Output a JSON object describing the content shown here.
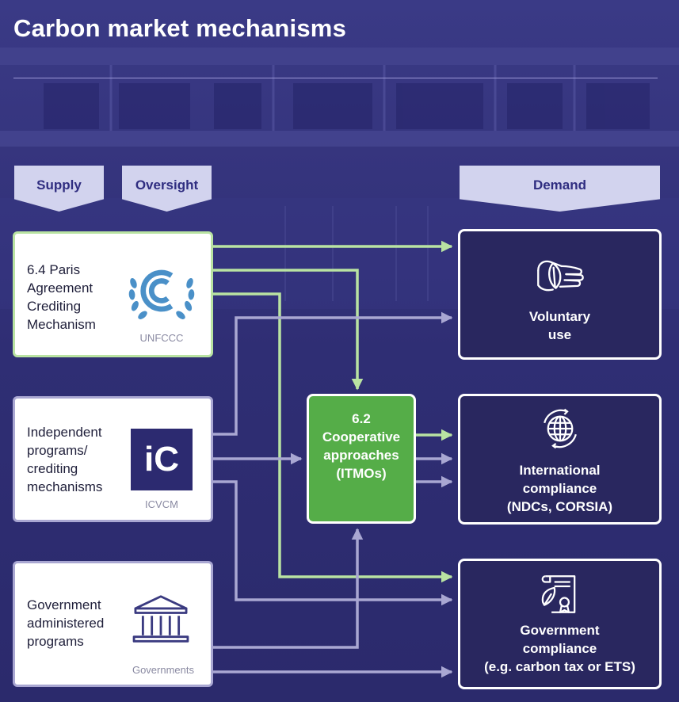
{
  "title": "Carbon market mechanisms",
  "headers": {
    "supply": "Supply",
    "oversight": "Oversight",
    "demand": "Demand"
  },
  "supply": [
    {
      "label": "6.4 Paris\nAgreement\nCrediting\nMechanism",
      "org": "UNFCCC",
      "icon": "unfccc-logo"
    },
    {
      "label": "Independent\nprograms/\ncrediting\nmechanisms",
      "org": "ICVCM",
      "icon": "icvcm-logo",
      "logo_text": "iC"
    },
    {
      "label": "Government\nadministered\nprograms",
      "org": "Governments",
      "icon": "government-building-icon"
    }
  ],
  "center": {
    "label": "6.2\nCooperative\napproaches\n(ITMOs)"
  },
  "demand": [
    {
      "label": "Voluntary\nuse",
      "icon": "hand-leaf-icon"
    },
    {
      "label": "International\ncompliance\n(NDCs, CORSIA)",
      "icon": "globe-icon"
    },
    {
      "label": "Government\ncompliance\n(e.g. carbon tax or ETS)",
      "icon": "certificate-leaf-icon"
    }
  ],
  "colors": {
    "background": "#2c2a70",
    "accent_green": "#55ad48",
    "arrow_green": "#b9e3a2",
    "arrow_lavender": "#a9a7d2",
    "banner": "#d2d3ee",
    "demand_box": "#29275f"
  }
}
